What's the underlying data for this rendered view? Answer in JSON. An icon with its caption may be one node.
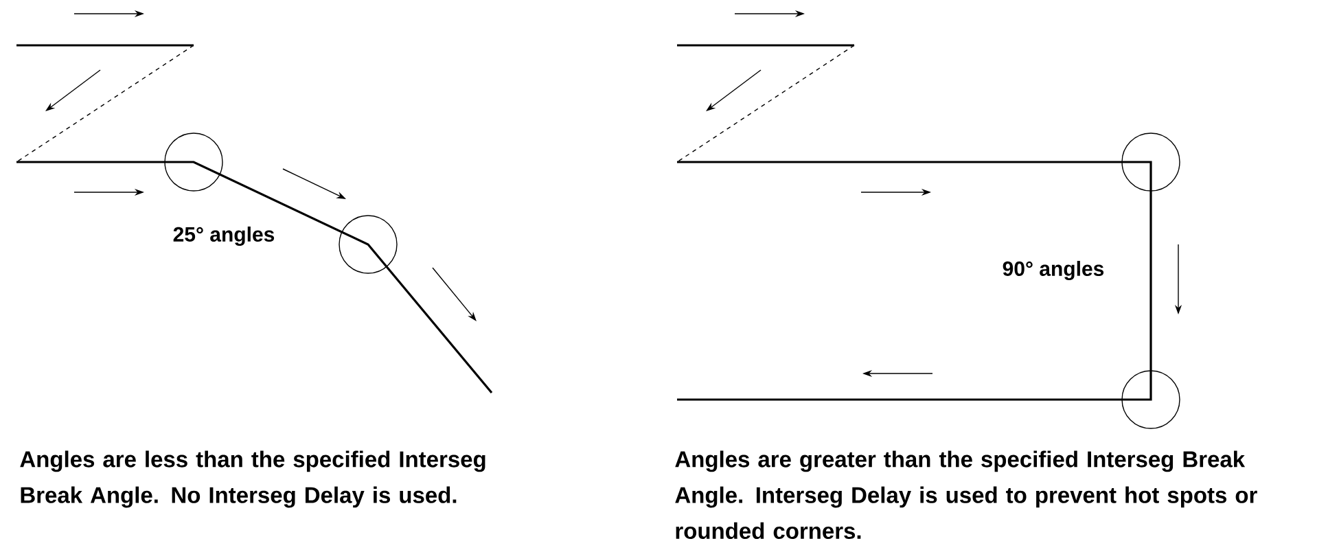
{
  "diagram": {
    "labels": [
      "25° angles",
      "90° angles",
      "Angles are less than the specified Interseg Break Angle. No Interseg Delay is used.",
      "Angles are greater than the specified Interseg Break Angle. Interseg Delay is used to prevent hot spots or rounded corners."
    ]
  }
}
